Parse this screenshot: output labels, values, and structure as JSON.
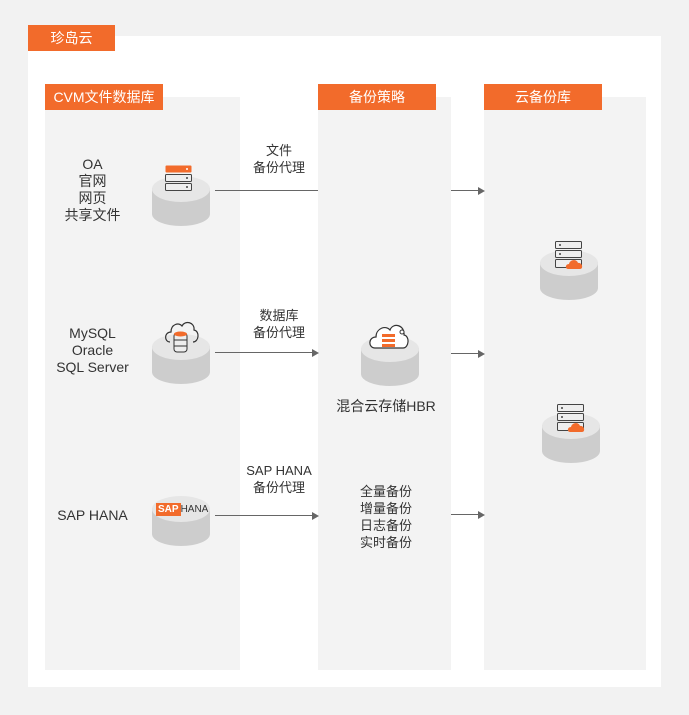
{
  "title": "珍岛云",
  "columns": {
    "source": "CVM文件数据库",
    "strategy": "备份策略",
    "cloud": "云备份库"
  },
  "sources": [
    {
      "lines": [
        "OA",
        "官网",
        "网页",
        "共享文件"
      ],
      "agent": [
        "文件",
        "备份代理"
      ]
    },
    {
      "lines": [
        "MySQL",
        "Oracle",
        "SQL Server"
      ],
      "agent": [
        "数据库",
        "备份代理"
      ]
    },
    {
      "lines": [
        "SAP HANA"
      ],
      "agent": [
        "SAP HANA",
        "备份代理"
      ],
      "logo": {
        "sap": "SAP",
        "hana": "HANA"
      }
    }
  ],
  "hbr": "混合云存储HBR",
  "modes": [
    "全量备份",
    "增量备份",
    "日志备份",
    "实时备份"
  ],
  "colors": {
    "accent": "#f26b2b",
    "column": "#f3f3f3"
  }
}
